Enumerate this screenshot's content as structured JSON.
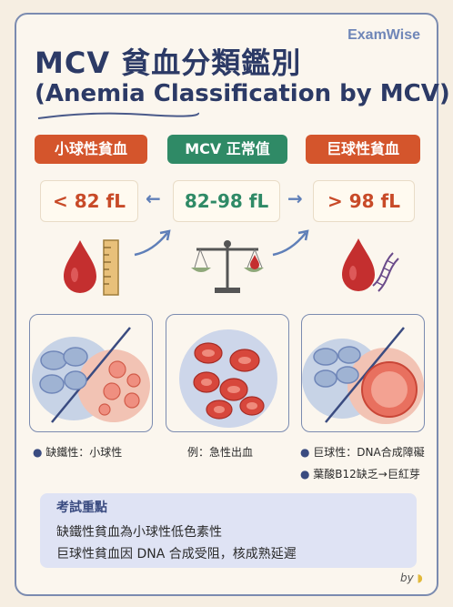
{
  "brand": "ExamWise",
  "title": {
    "line1": "MCV 貧血分類鑑別",
    "line2": "(Anemia Classification by MCV)"
  },
  "categories": [
    {
      "label": "小球性貧血",
      "value": "< 82 fL",
      "caption": "缺鐵性：小球性",
      "color": "#d4552c"
    },
    {
      "label": "MCV 正常值",
      "value": "82-98 fL",
      "caption": "例：急性出血",
      "color": "#2f8a66"
    },
    {
      "label": "巨球性貧血",
      "value": "> 98 fL",
      "caption": "巨球性：DNA合成障礙",
      "caption2": "葉酸B12缺乏→巨紅芽",
      "color": "#d4552c"
    }
  ],
  "key": {
    "title": "考試重點",
    "line1": "缺鐵性貧血為小球性低色素性",
    "line2": "巨球性貧血因 DNA 合成受阻，核成熟延遲"
  },
  "footer": {
    "by": "by"
  }
}
